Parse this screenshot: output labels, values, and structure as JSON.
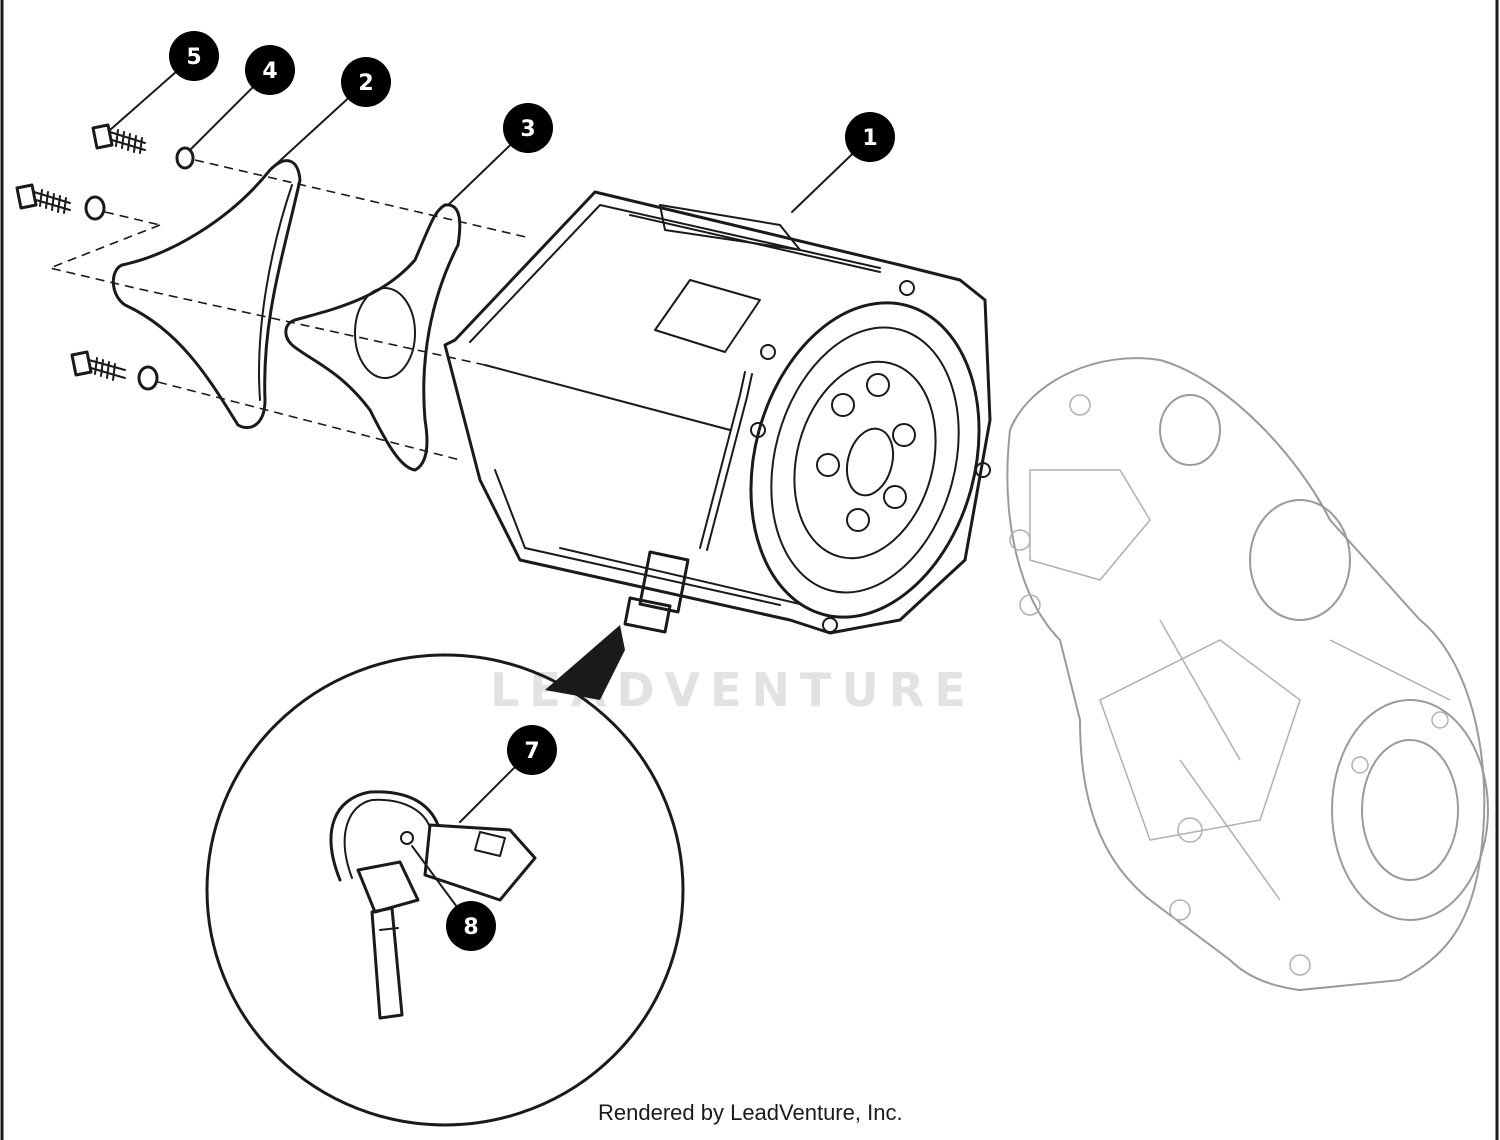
{
  "diagram": {
    "watermark": "LEADVENTURE",
    "footer": "Rendered by LeadVenture, Inc.",
    "callouts": [
      {
        "id": "callout-1",
        "label": "1"
      },
      {
        "id": "callout-2",
        "label": "2"
      },
      {
        "id": "callout-3",
        "label": "3"
      },
      {
        "id": "callout-4",
        "label": "4"
      },
      {
        "id": "callout-5",
        "label": "5"
      },
      {
        "id": "callout-7",
        "label": "7"
      },
      {
        "id": "callout-8",
        "label": "8"
      }
    ]
  },
  "colors": {
    "line": "#1a1a1a",
    "ghost_line": "#9a9a9a",
    "watermark": "#e2e2e2",
    "callout_fill": "#000000"
  }
}
